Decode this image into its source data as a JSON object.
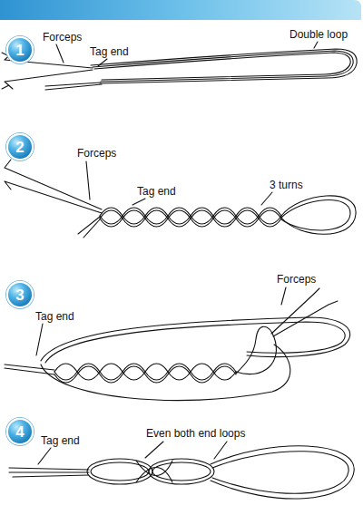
{
  "diagram": {
    "nodes": [
      {
        "text": [
          "1"
        ]
      },
      {
        "text": [
          "2"
        ]
      },
      {
        "text": [
          "3"
        ]
      },
      {
        "text": [
          "4"
        ]
      }
    ],
    "labels": [
      "Forceps",
      "Tag end",
      "Double loop",
      "Forceps",
      "Tag end",
      "3 turns",
      "Forceps",
      "Tag end",
      "Tag end",
      "Even both end loops"
    ]
  }
}
